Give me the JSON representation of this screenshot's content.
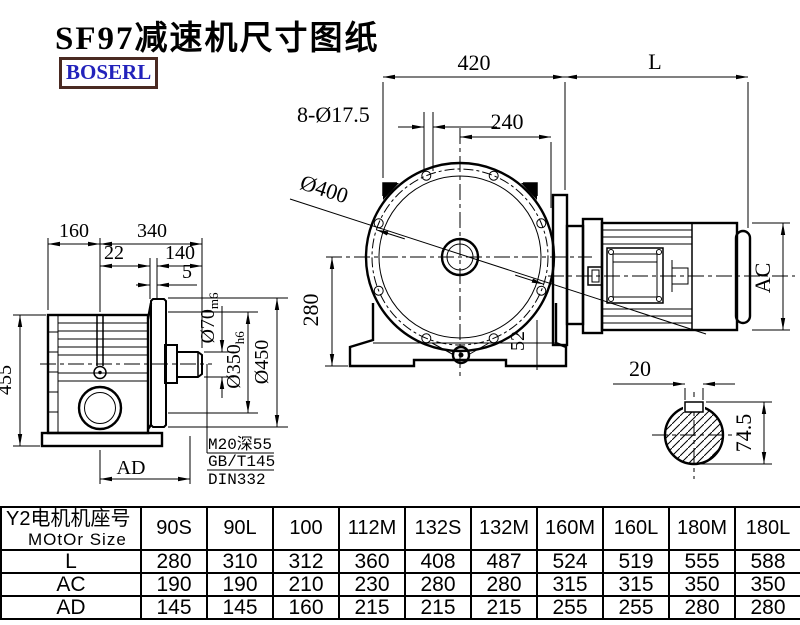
{
  "title": "SF97减速机尺寸图纸",
  "logo": "BOSERL",
  "drawing": {
    "side_view": {
      "d160": "160",
      "d340": "340",
      "d22": "22",
      "d140": "140",
      "d5": "5",
      "d455": "455",
      "ad": "AD",
      "dia70": "Ø70",
      "dia70_fit": "m6",
      "dia350": "Ø350",
      "dia350_fit": "h6",
      "dia450": "Ø450",
      "notes": [
        "M20深55",
        "GB/T145",
        "DIN332"
      ]
    },
    "front_view": {
      "d420": "420",
      "d240": "240",
      "l": "L",
      "d280": "280",
      "d52": "52",
      "holes": "8-Ø17.5",
      "dia400": "Ø400"
    },
    "motor_view": {
      "ac": "AC"
    },
    "shaft_section": {
      "d20": "20",
      "d745": "74.5"
    }
  },
  "table": {
    "header_cn": "Y2电机机座号",
    "header_en": "MOtOr Size",
    "columns": [
      "90S",
      "90L",
      "100",
      "112M",
      "132S",
      "132M",
      "160M",
      "160L",
      "180M",
      "180L"
    ],
    "rows": [
      {
        "label": "L",
        "values": [
          "280",
          "310",
          "312",
          "360",
          "408",
          "487",
          "524",
          "519",
          "555",
          "588"
        ]
      },
      {
        "label": "AC",
        "values": [
          "190",
          "190",
          "210",
          "230",
          "280",
          "280",
          "315",
          "315",
          "350",
          "350"
        ]
      },
      {
        "label": "AD",
        "values": [
          "145",
          "145",
          "160",
          "215",
          "215",
          "215",
          "255",
          "255",
          "280",
          "280"
        ]
      }
    ]
  }
}
